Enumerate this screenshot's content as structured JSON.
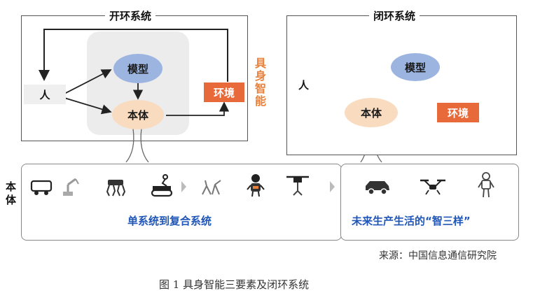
{
  "open_loop": {
    "title": "开环系统",
    "model": "模型",
    "body": "本体",
    "env": "环境",
    "person": "人"
  },
  "closed_loop": {
    "title": "闭环系统",
    "model": "模型",
    "body": "本体",
    "env": "环境",
    "person": "人"
  },
  "center_label": "具身智能",
  "bottom": {
    "side_label": "本体",
    "left_caption": "单系统到复合系统",
    "right_caption": "未来生产生活的“智三样”"
  },
  "source": "来源：中国信息通信研究院",
  "figure_caption": "图 1 具身智能三要素及闭环系统",
  "colors": {
    "env_orange": "#e86a3a",
    "model_blue": "#9cb4e0",
    "body_peach": "#f9dcc0",
    "label_blue": "#1f56b8",
    "vertical_orange": "#e8803a"
  },
  "icons": [
    "agv-robot-icon",
    "robot-arm-icon",
    "quadruped-robot-icon",
    "tracked-robot-icon",
    "humanoid-arm-robot-icon",
    "service-robot-icon",
    "drone-arm-icon",
    "car-icon",
    "drone-icon",
    "humanoid-robot-icon"
  ]
}
